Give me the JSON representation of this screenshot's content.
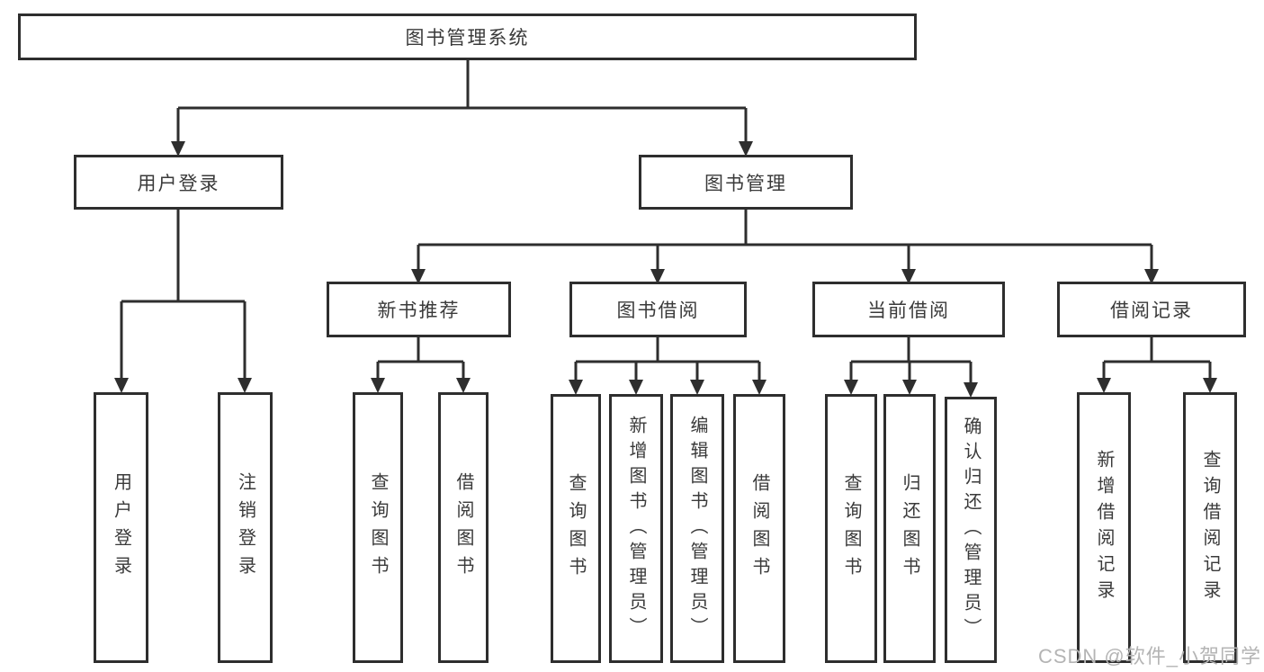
{
  "tree": {
    "label": "图书管理系统",
    "children": [
      {
        "label": "用户登录",
        "children": [
          {
            "label": "用户登录"
          },
          {
            "label": "注销登录"
          }
        ]
      },
      {
        "label": "图书管理",
        "children": [
          {
            "label": "新书推荐",
            "children": [
              {
                "label": "查询图书"
              },
              {
                "label": "借阅图书"
              }
            ]
          },
          {
            "label": "图书借阅",
            "children": [
              {
                "label": "查询图书"
              },
              {
                "label": "新增图书（管理员）"
              },
              {
                "label": "编辑图书（管理员）"
              },
              {
                "label": "借阅图书"
              }
            ]
          },
          {
            "label": "当前借阅",
            "children": [
              {
                "label": "查询图书"
              },
              {
                "label": "归还图书"
              },
              {
                "label": "确认归还（管理员）"
              }
            ]
          },
          {
            "label": "借阅记录",
            "children": [
              {
                "label": "新增借阅记录"
              },
              {
                "label": "查询借阅记录"
              }
            ]
          }
        ]
      }
    ]
  },
  "watermark": {
    "text": "CSDN @软件_小贺同学"
  },
  "colors": {
    "line": "#2e2e2e",
    "border": "#2e2e2e",
    "text": "#3a3a3a",
    "watermark_text": "#b4b4b4",
    "background": "#ffffff"
  }
}
